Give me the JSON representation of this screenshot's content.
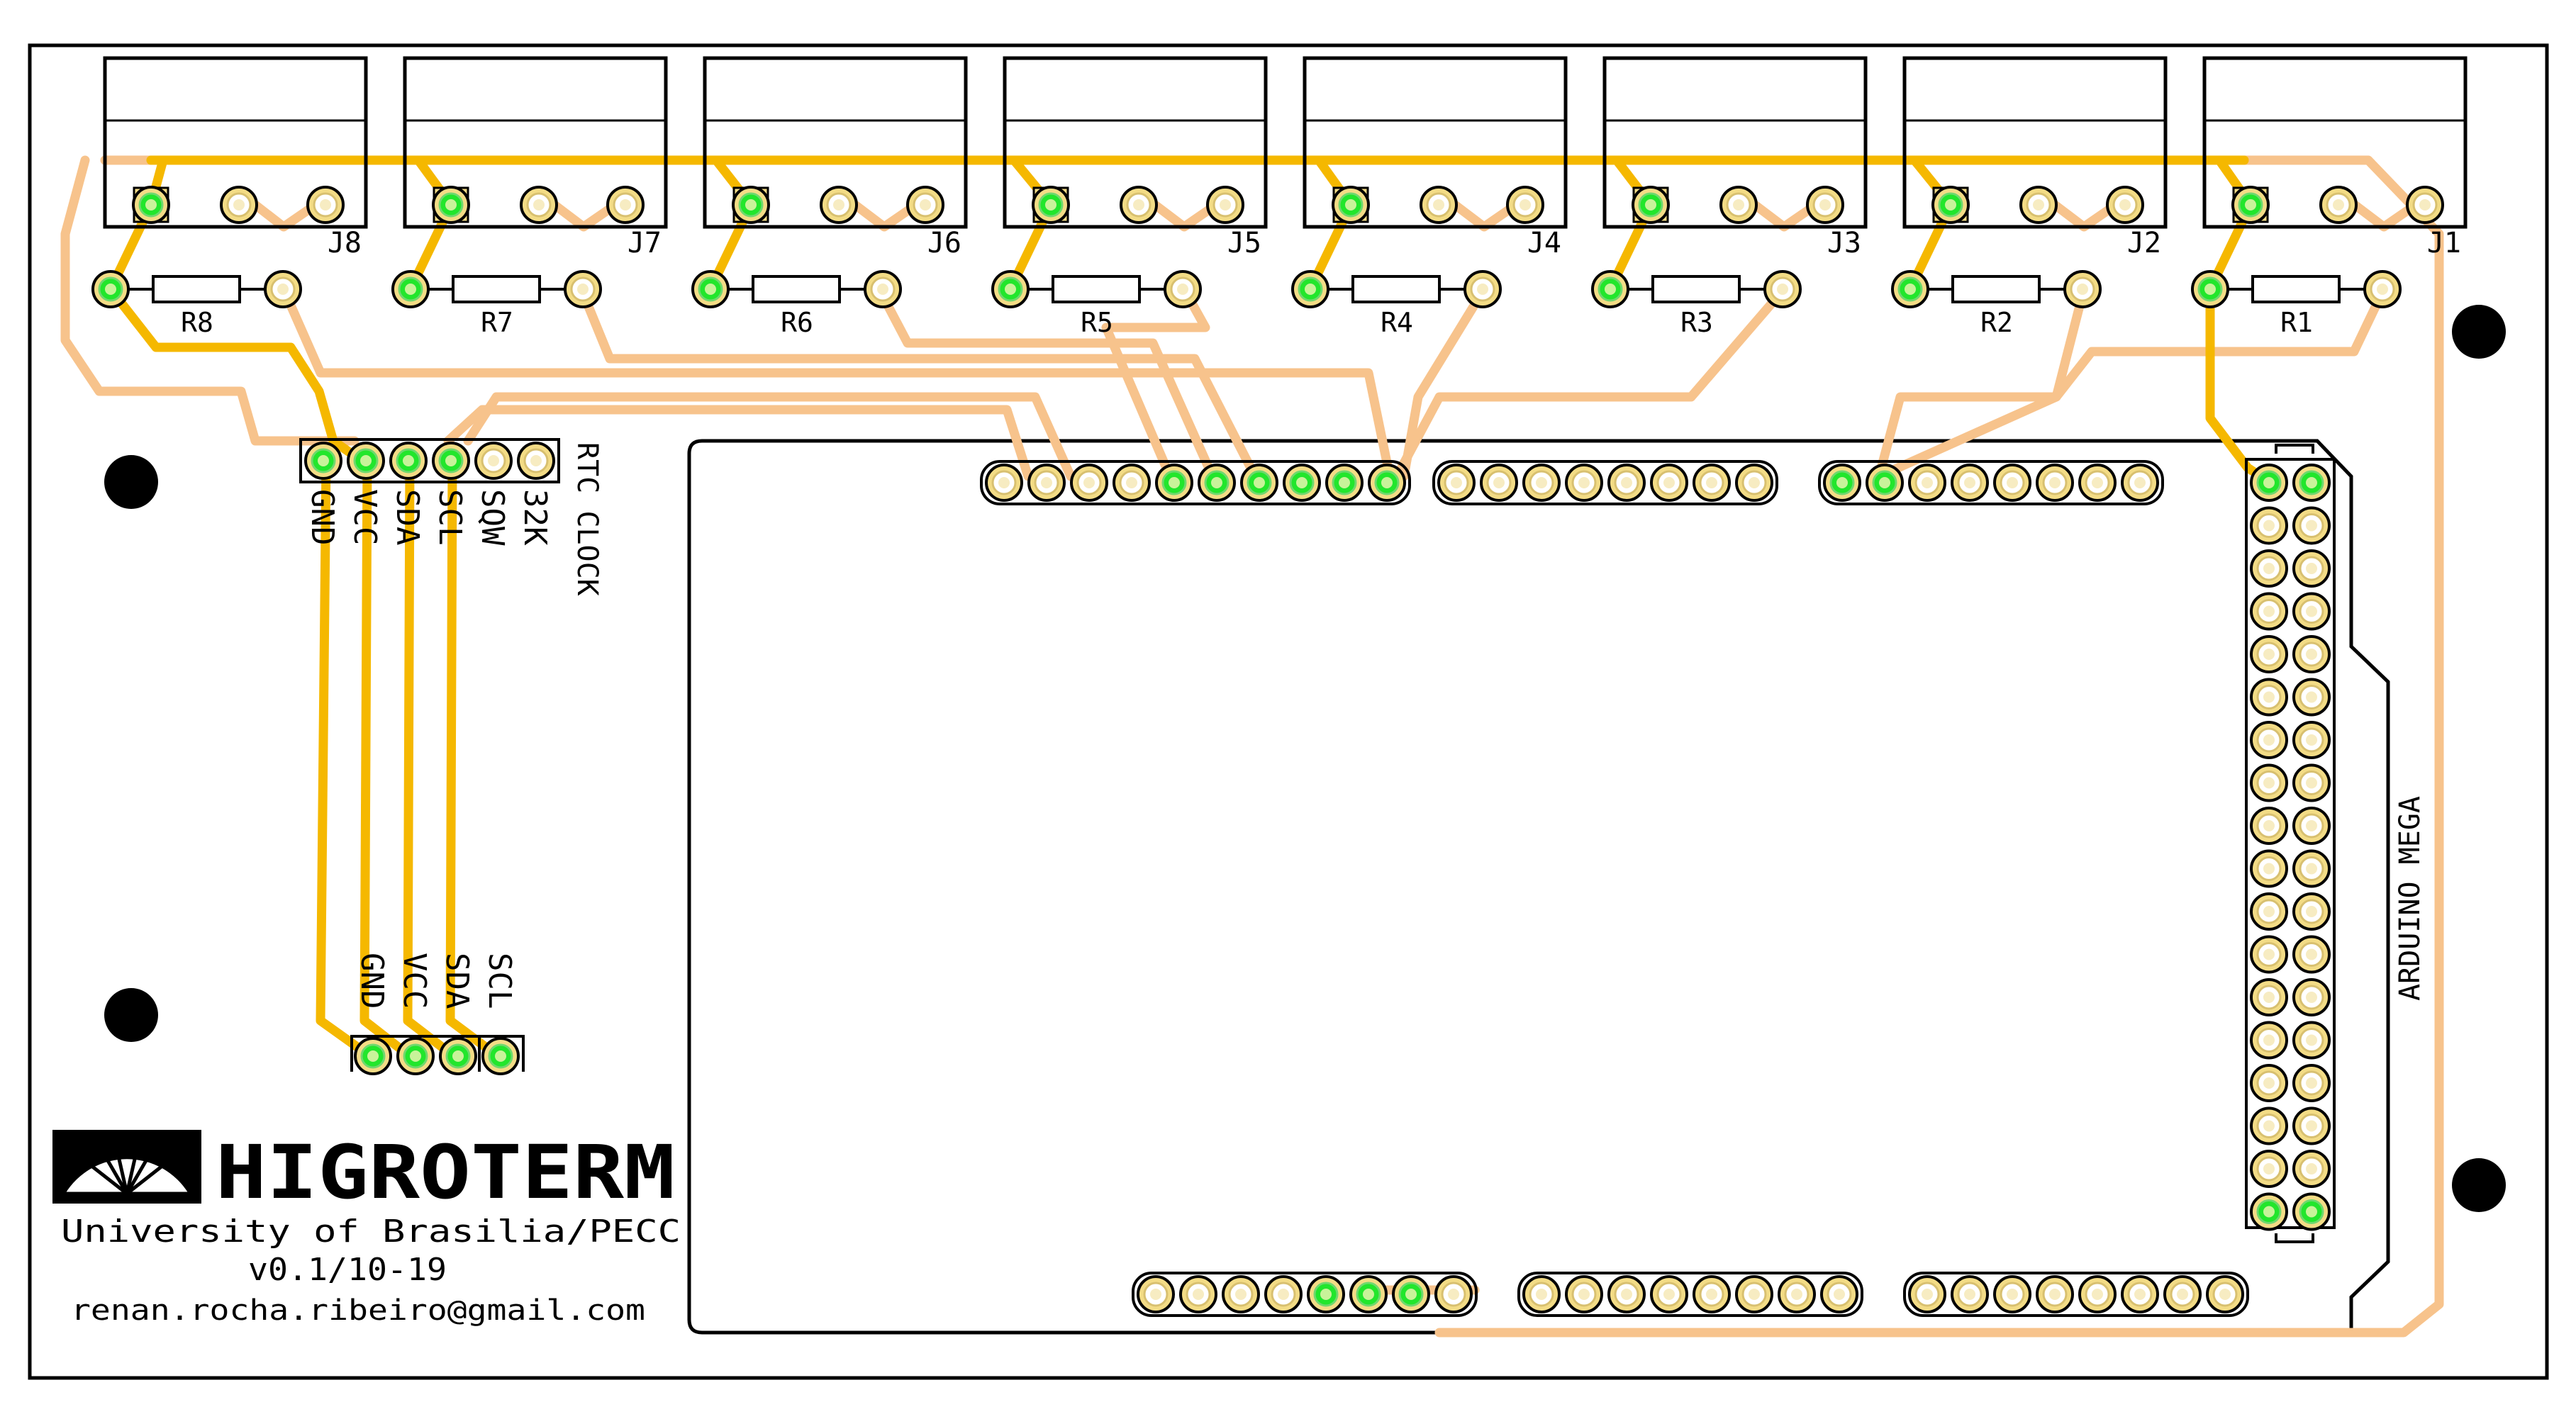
{
  "board": {
    "colors": {
      "background": "#ffffff",
      "outline": "#000000",
      "top_trace": "#f5b800",
      "bottom_trace": "#f7c38c",
      "pad_ring": "#f3dc86",
      "pad_connected": "#22e62c",
      "pad_hole": "#c8f39a"
    }
  },
  "connectors": {
    "terminal_labels": [
      "J8",
      "J7",
      "J6",
      "J5",
      "J4",
      "J3",
      "J2",
      "J1"
    ]
  },
  "resistors": {
    "labels": [
      "R8",
      "R7",
      "R6",
      "R5",
      "R4",
      "R3",
      "R2",
      "R1"
    ]
  },
  "rtc": {
    "title": "RTC CLOCK",
    "pins": [
      "GND",
      "VCC",
      "SDA",
      "SCL",
      "SQW",
      "32K"
    ]
  },
  "i2c_header": {
    "pins": [
      "GND",
      "VCC",
      "SDA",
      "SCL"
    ]
  },
  "arduino": {
    "label": "ARDUINO MEGA"
  },
  "logo": {
    "name": "HIGROTERM",
    "org": "University of Brasilia/PECC",
    "version": "v0.1/10-19",
    "email": "renan.rocha.ribeiro@gmail.com"
  }
}
